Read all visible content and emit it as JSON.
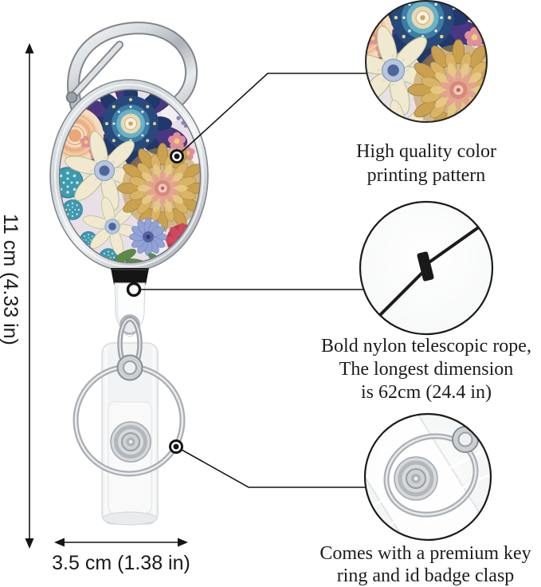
{
  "dimensions": {
    "height_label": "11 cm (4.33 in)",
    "width_label": "3.5 cm (1.38 in)"
  },
  "callouts": {
    "printing": {
      "lines": [
        "High quality color",
        "printing pattern"
      ]
    },
    "rope": {
      "lines": [
        "Bold nylon telescopic rope,",
        "The longest dimension",
        "is 62cm (24.4 in)"
      ]
    },
    "clasp": {
      "lines": [
        "Comes with a premium key",
        "ring and id badge clasp"
      ]
    }
  },
  "colors": {
    "background": "#ffffff",
    "annotation_line": "#151515",
    "caption_text": "#1c1c1c",
    "chrome_light": "#f4f6f7",
    "chrome_mid": "#c3c8cc",
    "chrome_dark": "#8c9298",
    "reel_collar_black": "#151515",
    "rope_black": "#1c1c1c"
  }
}
